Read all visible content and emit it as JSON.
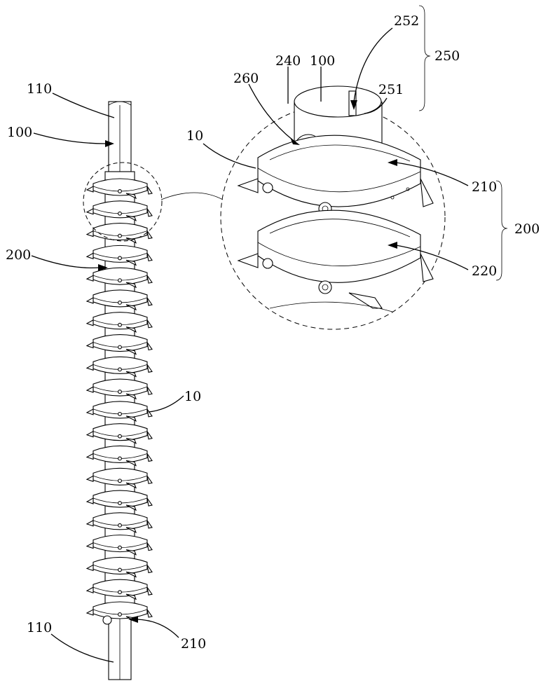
{
  "labels": {
    "l110_top": "110",
    "l100_left": "100",
    "l200_left": "200",
    "l10_left": "10",
    "l110_bottom": "110",
    "l210_bottom": "210",
    "l252": "252",
    "l250": "250",
    "l240": "240",
    "l100_detail": "100",
    "l260": "260",
    "l251": "251",
    "l10_detail": "10",
    "l210_detail": "210",
    "l200_right": "200",
    "l220": "220"
  },
  "ring_count": 20
}
